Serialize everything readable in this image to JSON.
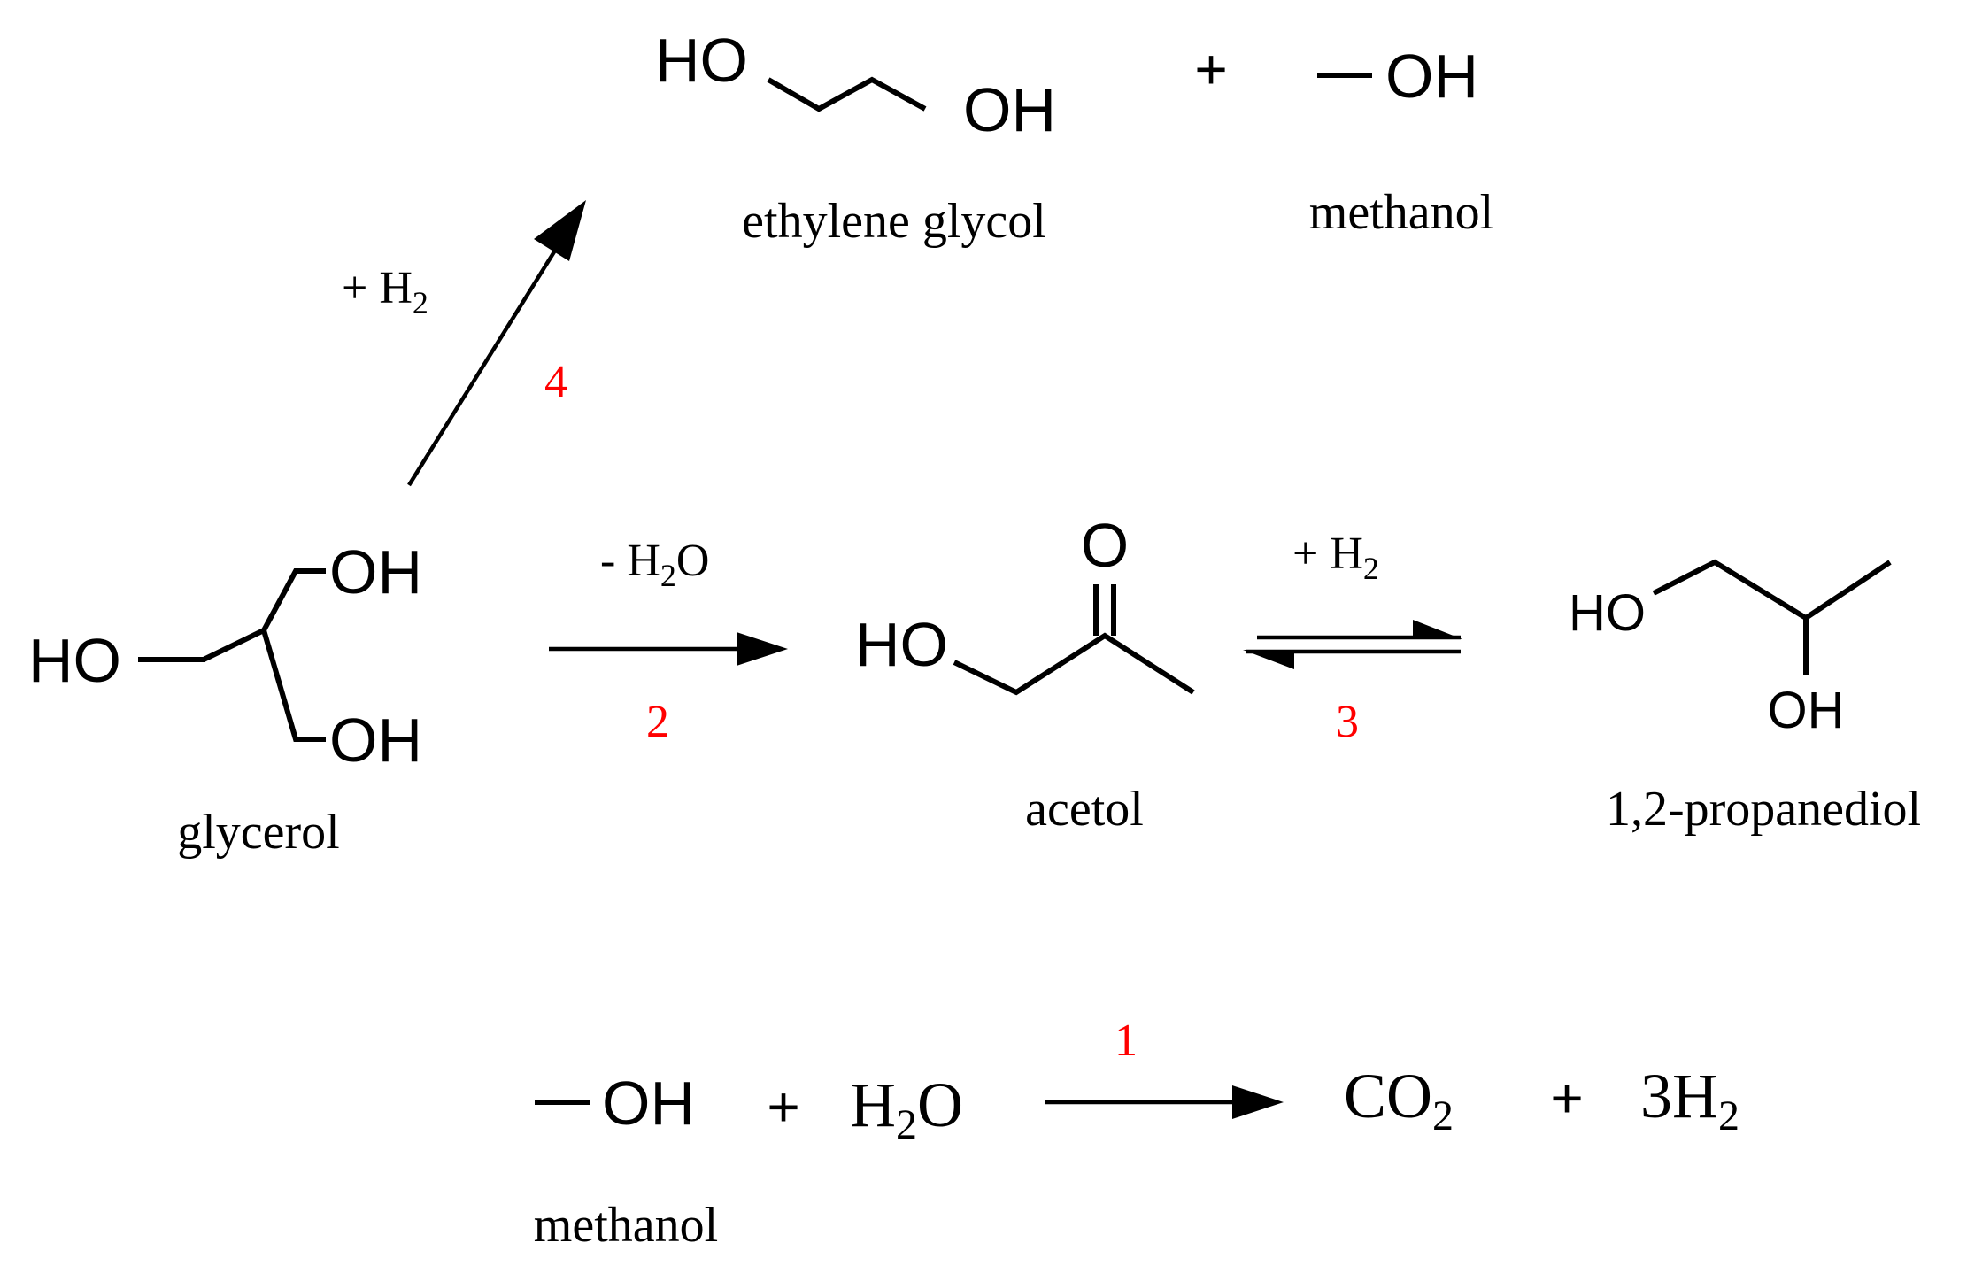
{
  "colors": {
    "step_number": "#ff0000",
    "ink": "#000000"
  },
  "atoms": {
    "ho": "HO",
    "oh": "OH",
    "o": "O",
    "plus": "+"
  },
  "compounds": {
    "glycerol": "glycerol",
    "acetol": "acetol",
    "propanediol": "1,2-propanediol",
    "ethylene_glycol": "ethylene glycol",
    "methanol_top": "methanol",
    "methanol_bottom": "methanol"
  },
  "conditions": {
    "step2_water_prefix": "- H",
    "step2_water_sub": "2",
    "step2_water_suffix": "O",
    "step3_hydrogen_prefix": "+ H",
    "step3_hydrogen_sub": "2",
    "step4_hydrogen_prefix": "+ H",
    "step4_hydrogen_sub": "2"
  },
  "step_numbers": {
    "step1": "1",
    "step2": "2",
    "step3": "3",
    "step4": "4"
  },
  "equation1": {
    "water_main": "H",
    "water_sub": "2",
    "water_end": "O",
    "co2_main": "CO",
    "co2_sub": "2",
    "h2_main": "3H",
    "h2_sub": "2"
  }
}
